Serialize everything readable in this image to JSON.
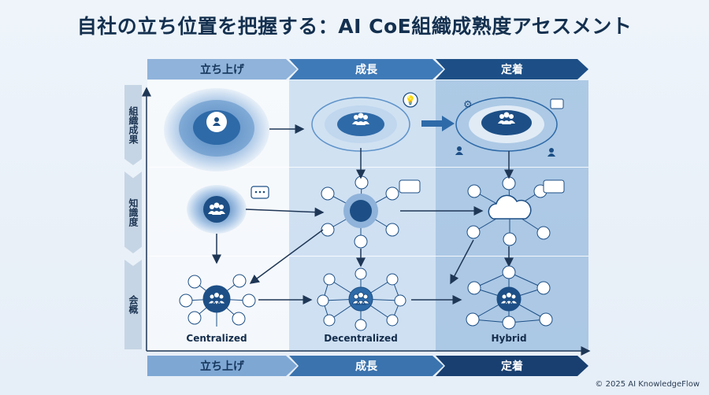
{
  "title": "自社の立ち位置を把握する：AI CoE組織成熟度アセスメント",
  "stages": [
    "立ち上げ",
    "成長",
    "定着"
  ],
  "rows": [
    "組織成果",
    "知識度",
    "会概"
  ],
  "models": [
    "Centralized",
    "Decentralized",
    "Hybrid"
  ],
  "copyright": "© 2025 AI KnowledgeFlow",
  "colors": {
    "dark": "#1d4f86",
    "mid": "#3f7ab8",
    "light": "#8fb3da",
    "title": "#14304f"
  }
}
